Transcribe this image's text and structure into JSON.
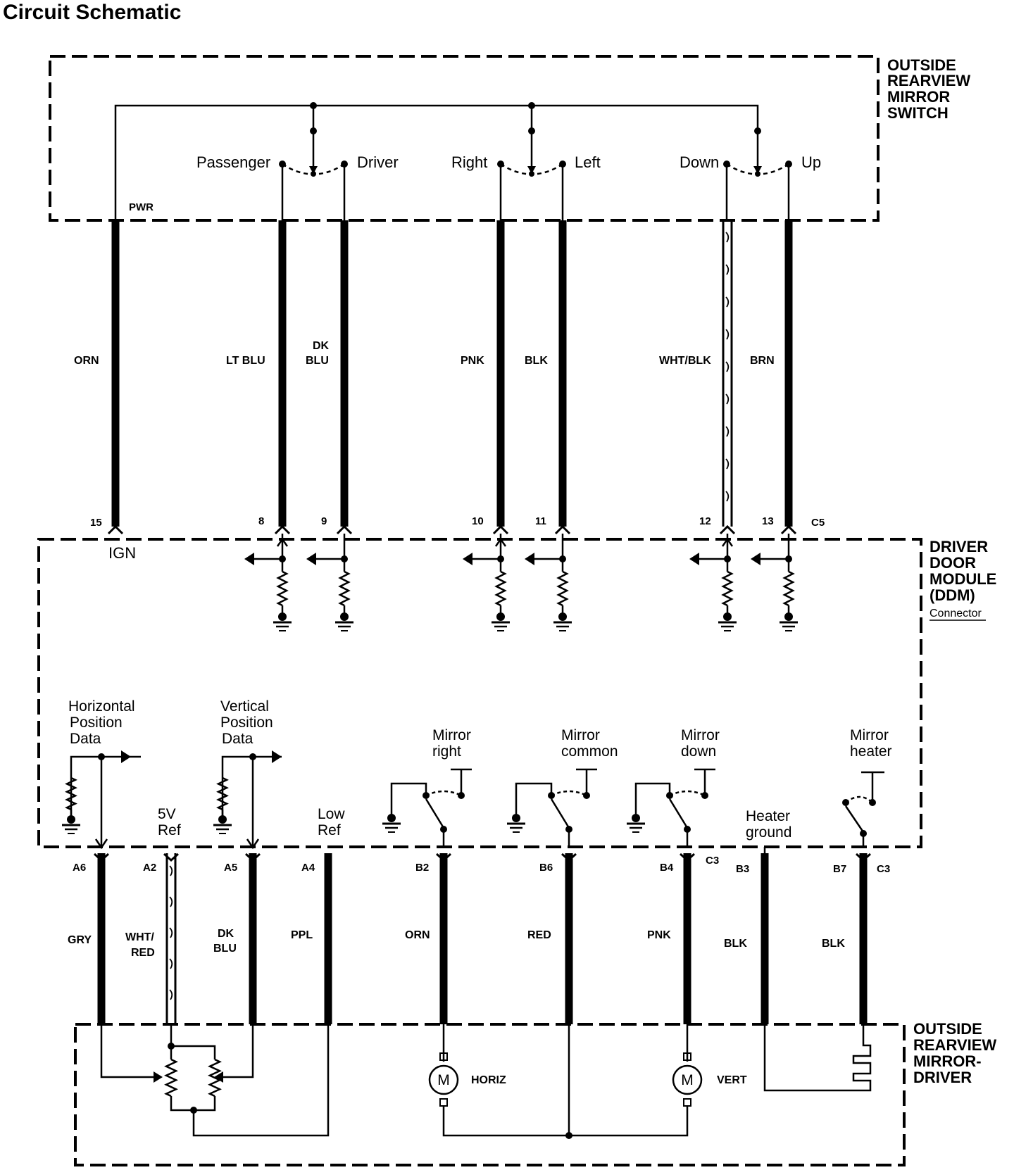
{
  "title": "Circuit Schematic",
  "boxes": {
    "switch": [
      "OUTSIDE",
      "REARVIEW",
      "MIRROR",
      "SWITCH"
    ],
    "ddm": [
      "DRIVER",
      "DOOR",
      "MODULE",
      "(DDM)"
    ],
    "ddm_sub": "Connector",
    "driver": [
      "OUTSIDE",
      "REARVIEW",
      "MIRROR-",
      "DRIVER"
    ]
  },
  "switch_labels": {
    "passenger": "Passenger",
    "driver": "Driver",
    "right": "Right",
    "left": "Left",
    "down": "Down",
    "up": "Up",
    "pwr": "PWR"
  },
  "upper_wires": [
    {
      "color": "ORN",
      "pin": "15"
    },
    {
      "color": "LT BLU",
      "pin": "8"
    },
    {
      "color": [
        "DK",
        "BLU"
      ],
      "pin": "9"
    },
    {
      "color": "PNK",
      "pin": "10"
    },
    {
      "color": "BLK",
      "pin": "11"
    },
    {
      "color": "WHT/BLK",
      "pin": "12"
    },
    {
      "color": "BRN",
      "pin": "13"
    }
  ],
  "upper_connector": "C5",
  "ign": "IGN",
  "ddm_labels": {
    "horiz_data": [
      "Horizontal",
      "Position",
      "Data"
    ],
    "vert_data": [
      "Vertical",
      "Position",
      "Data"
    ],
    "five_v": [
      "5V",
      "Ref"
    ],
    "low_ref": [
      "Low",
      "Ref"
    ],
    "mirror_right": [
      "Mirror",
      "right"
    ],
    "mirror_common": [
      "Mirror",
      "common"
    ],
    "mirror_down": [
      "Mirror",
      "down"
    ],
    "mirror_heater": [
      "Mirror",
      "heater"
    ],
    "heater_ground": [
      "Heater",
      "ground"
    ]
  },
  "lower_wires": [
    {
      "pin": "A6",
      "color": "GRY"
    },
    {
      "pin": "A2",
      "color": [
        "WHT/",
        "RED"
      ]
    },
    {
      "pin": "A5",
      "color": [
        "DK",
        "BLU"
      ]
    },
    {
      "pin": "A4",
      "color": "PPL"
    },
    {
      "pin": "B2",
      "color": "ORN"
    },
    {
      "pin": "B6",
      "color": "RED"
    },
    {
      "pin": "B4",
      "color": "PNK"
    },
    {
      "pin": "B3",
      "color": "BLK"
    },
    {
      "pin": "B7",
      "color": "BLK"
    }
  ],
  "lower_connectors": [
    "C3",
    "C3"
  ],
  "motors": {
    "symbol": "M",
    "horiz": "HORIZ",
    "vert": "VERT"
  }
}
